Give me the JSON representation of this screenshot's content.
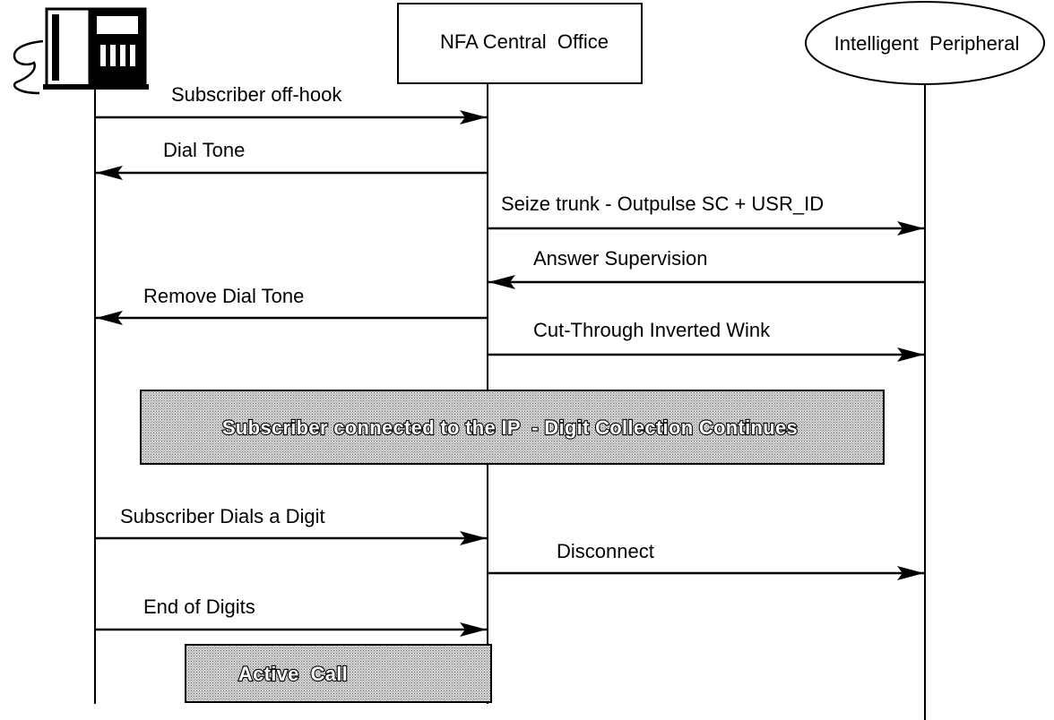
{
  "participants": {
    "central_office": "NFA Central  Office",
    "peripheral": "Intelligent  Peripheral"
  },
  "messages": [
    {
      "label": "Subscriber off-hook",
      "from": "phone",
      "to": "co"
    },
    {
      "label": "Dial Tone",
      "from": "co",
      "to": "phone"
    },
    {
      "label": "Seize trunk - Outpulse SC + USR_ID",
      "from": "co",
      "to": "ip"
    },
    {
      "label": "Answer Supervision",
      "from": "ip",
      "to": "co"
    },
    {
      "label": "Remove Dial Tone",
      "from": "co",
      "to": "phone"
    },
    {
      "label": "Cut-Through Inverted Wink",
      "from": "co",
      "to": "ip"
    },
    {
      "label": "Subscriber Dials a Digit",
      "from": "phone",
      "to": "co"
    },
    {
      "label": "Disconnect",
      "from": "co",
      "to": "ip"
    },
    {
      "label": "End of Digits",
      "from": "phone",
      "to": "co"
    }
  ],
  "notes": {
    "connected": "Subscriber connected to the IP  - Digit Collection Continues",
    "active": "Active  Call"
  },
  "colors": {
    "line": "#000000",
    "note_fill": "#bdbdbd",
    "background": "#ffffff"
  },
  "icons": {
    "phone": "telephone-icon"
  }
}
